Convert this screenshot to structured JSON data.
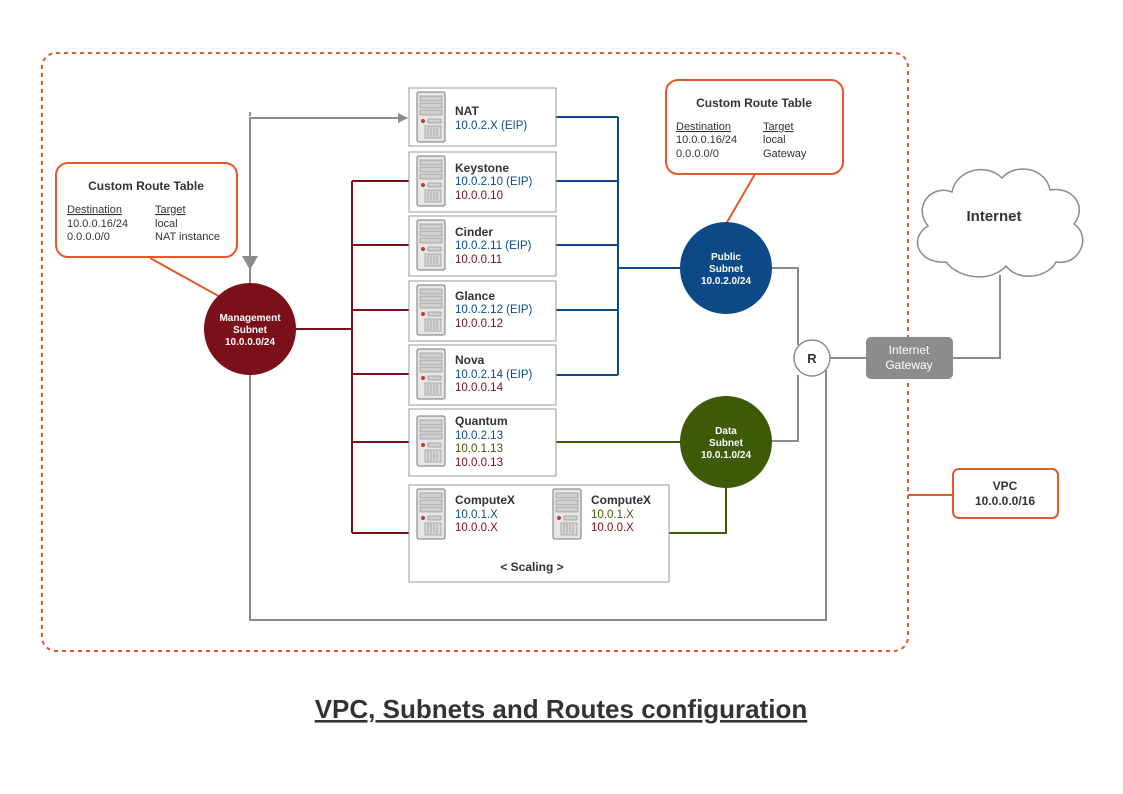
{
  "title": "VPC, Subnets and Routes configuration",
  "colors": {
    "orange": "#e05a2b",
    "maroon": "#7b0f1a",
    "blue": "#0b4a86",
    "green": "#3d5a07",
    "gray": "#8c8c8c"
  },
  "vpc": {
    "label": "VPC",
    "cidr": "10.0.0.0/16"
  },
  "route_tables": {
    "management": {
      "title": "Custom Route Table",
      "col_destination": "Destination",
      "col_target": "Target",
      "rows": [
        {
          "destination": "10.0.0.16/24",
          "target": "local"
        },
        {
          "destination": "0.0.0.0/0",
          "target": "NAT instance"
        }
      ]
    },
    "public": {
      "title": "Custom Route Table",
      "col_destination": "Destination",
      "col_target": "Target",
      "rows": [
        {
          "destination": "10.0.0.16/24",
          "target": "local"
        },
        {
          "destination": "0.0.0.0/0",
          "target": "Gateway"
        }
      ]
    }
  },
  "subnets": {
    "management": {
      "line1": "Management",
      "line2": "Subnet",
      "cidr": "10.0.0.0/24"
    },
    "public": {
      "line1": "Public",
      "line2": "Subnet",
      "cidr": "10.0.2.0/24"
    },
    "data": {
      "line1": "Data",
      "line2": "Subnet",
      "cidr": "10.0.1.0/24"
    }
  },
  "servers": {
    "nat": {
      "name": "NAT",
      "ip1": "10.0.2.X (EIP)"
    },
    "keystone": {
      "name": "Keystone",
      "ip1": "10.0.2.10 (EIP)",
      "ip2": "10.0.0.10"
    },
    "cinder": {
      "name": "Cinder",
      "ip1": "10.0.2.11 (EIP)",
      "ip2": "10.0.0.11"
    },
    "glance": {
      "name": "Glance",
      "ip1": "10.0.2.12 (EIP)",
      "ip2": "10.0.0.12"
    },
    "nova": {
      "name": "Nova",
      "ip1": "10.0.2.14 (EIP)",
      "ip2": "10.0.0.14"
    },
    "quantum": {
      "name": "Quantum",
      "ip1": "10.0.2.13",
      "ip2": "10.0.1.13",
      "ip3": "10.0.0.13"
    },
    "computex_a": {
      "name": "ComputeX",
      "ip1": "10.0.1.X",
      "ip2": "10.0.0.X"
    },
    "computex_b": {
      "name": "ComputeX",
      "ip1": "10.0.1.X",
      "ip2": "10.0.0.X"
    }
  },
  "scaling_label": "< Scaling >",
  "router_label": "R",
  "internet_gateway": {
    "line1": "Internet",
    "line2": "Gateway"
  },
  "internet_label": "Internet"
}
